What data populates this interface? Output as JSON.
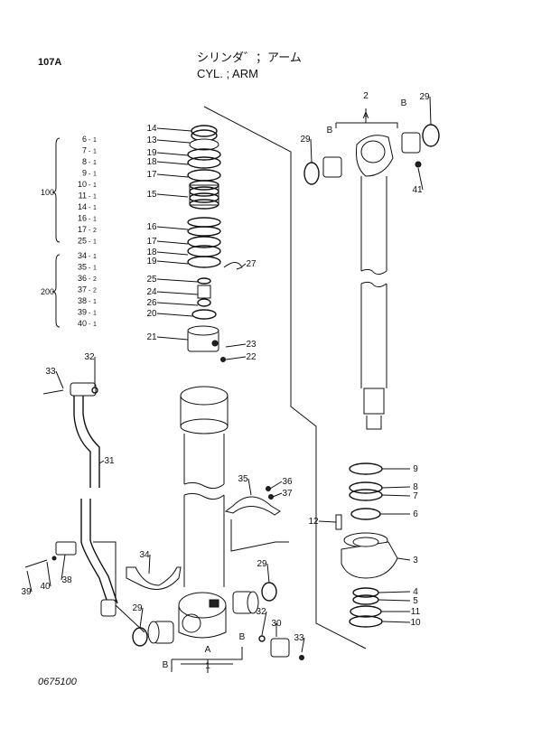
{
  "header": {
    "page_code": "107A",
    "title_jp": "シリンダ゛；アーム",
    "title_en": "CYL. ; ARM",
    "footer_code": "0675100"
  },
  "kits": [
    {
      "label": "100",
      "entries": [
        {
          "item": "6",
          "qty": "1"
        },
        {
          "item": "7",
          "qty": "1"
        },
        {
          "item": "8",
          "qty": "1"
        },
        {
          "item": "9",
          "qty": "1"
        },
        {
          "item": "10",
          "qty": "1"
        },
        {
          "item": "11",
          "qty": "1"
        },
        {
          "item": "14",
          "qty": "1"
        },
        {
          "item": "16",
          "qty": "1"
        },
        {
          "item": "17",
          "qty": "2"
        },
        {
          "item": "25",
          "qty": "1"
        }
      ]
    },
    {
      "label": "200",
      "entries": [
        {
          "item": "34",
          "qty": "1"
        },
        {
          "item": "35",
          "qty": "1"
        },
        {
          "item": "36",
          "qty": "2"
        },
        {
          "item": "37",
          "qty": "2"
        },
        {
          "item": "38",
          "qty": "1"
        },
        {
          "item": "39",
          "qty": "1"
        },
        {
          "item": "40",
          "qty": "1"
        }
      ]
    }
  ],
  "callouts": {
    "piston": [
      "14",
      "13",
      "19",
      "18",
      "17",
      "15",
      "16",
      "17",
      "18",
      "19",
      "25",
      "24",
      "26",
      "20",
      "21",
      "27",
      "23",
      "22"
    ],
    "rod": [
      "2",
      "A",
      "B",
      "B",
      "29",
      "29",
      "41"
    ],
    "head": [
      "9",
      "8",
      "7",
      "6",
      "12",
      "3",
      "4",
      "5",
      "11",
      "10"
    ],
    "tube": [
      "A",
      "B",
      "B",
      "1",
      "29",
      "29",
      "30",
      "32",
      "33"
    ],
    "pipe": [
      "33",
      "32",
      "31",
      "39",
      "40",
      "38",
      "34",
      "35",
      "36",
      "37"
    ]
  }
}
